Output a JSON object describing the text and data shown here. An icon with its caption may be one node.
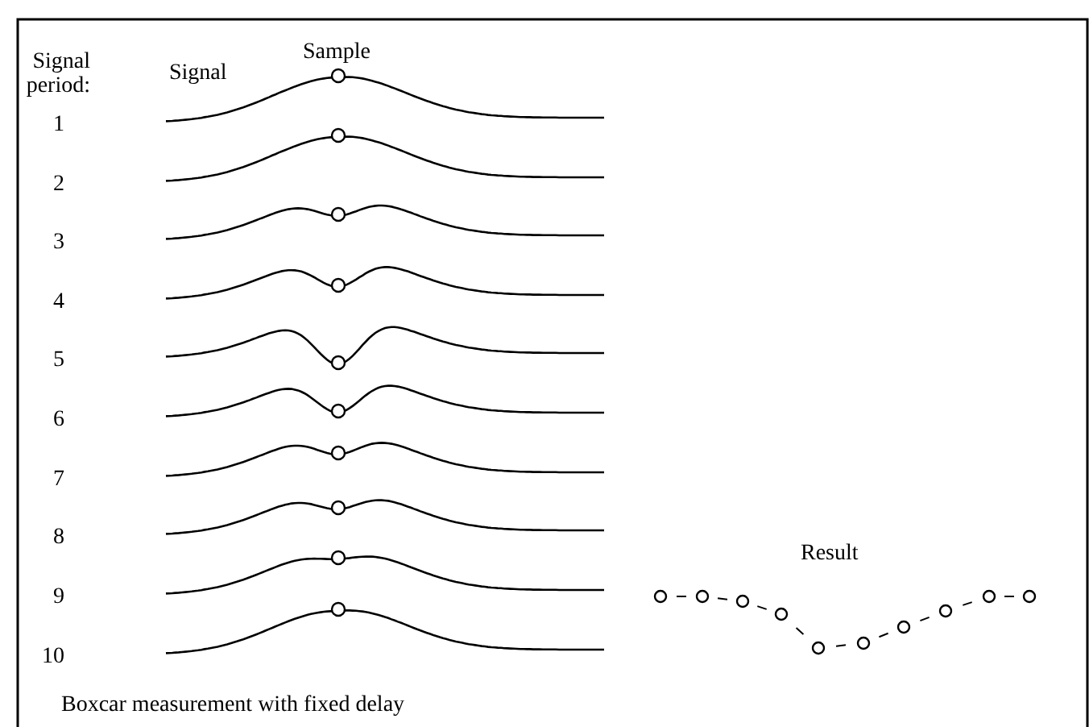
{
  "diagram": {
    "caption": "Boxcar measurement with fixed delay",
    "labels": [
      "Signal period:",
      "Signal",
      "Sample",
      "1",
      "2",
      "3",
      "4",
      "5",
      "6",
      "7",
      "8",
      "9",
      "10",
      "Result"
    ]
  }
}
